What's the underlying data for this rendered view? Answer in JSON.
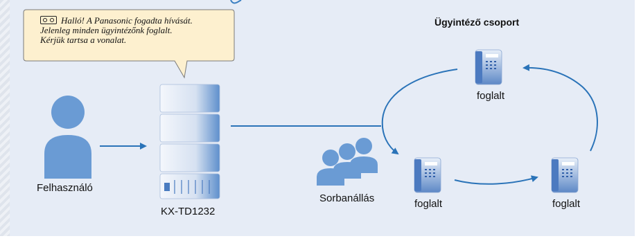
{
  "speech_bubble": {
    "lines": [
      "Halló! A Panasonic fogadta hívását.",
      "Jelenleg minden ügyintézőnk foglalt.",
      "Kérjük tartsa a vonalat."
    ]
  },
  "nodes": {
    "user": "Felhasználó",
    "pbx": "KX-TD1232",
    "queue": "Sorbanállás"
  },
  "agent_group": {
    "title": "Ügyintéző csoport",
    "phones": [
      {
        "status": "foglalt"
      },
      {
        "status": "foglalt"
      },
      {
        "status": "foglalt"
      }
    ]
  },
  "colors": {
    "background": "#e6ecf6",
    "accent": "#2a73b8",
    "person": "#6a9bd4",
    "bubble": "#fdf0cf"
  }
}
